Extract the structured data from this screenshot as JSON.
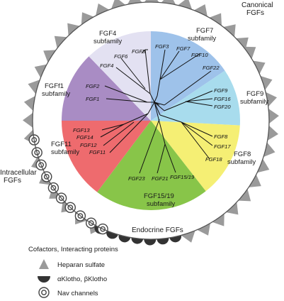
{
  "colors": {
    "fgf1": "#a98cc4",
    "fgf4": "#e3e1f2",
    "fgf7": "#9ec2ea",
    "fgf9": "#a8dced",
    "fgf8": "#f5ef74",
    "fgf15_19": "#88c549",
    "fgf11": "#ee6b6e",
    "triangle": "#9a9a9a",
    "semicircle": "#333333",
    "ring": "#444444"
  },
  "groups": {
    "canonical": "Canonical\nFGFs",
    "intracellular": "Intracellular\nFGFs",
    "endocrine": "Endocrine FGFs"
  },
  "subfamilies": {
    "fgf4": "FGF4\nsubfamily",
    "fgf7": "FGF7\nsubfamily",
    "fgf1": "FGFf1\nsubfamily",
    "fgf9": "FGF9\nsubfamily",
    "fgf8": "FGF8\nsubfamily",
    "fgf11": "FGF11\nsubfamily",
    "fgf15_19": "FGF15/19\nsubfamily"
  },
  "members": {
    "fgf4": [
      "FGF5",
      "FGF6",
      "FGF4"
    ],
    "fgf7": [
      "FGF3",
      "FGF7",
      "FGF10",
      "FGF22"
    ],
    "fgf1": [
      "FGF2",
      "FGF1"
    ],
    "fgf9": [
      "FGF9",
      "FGF16",
      "FGF20"
    ],
    "fgf8": [
      "FGF8",
      "FGF17",
      "FGF18"
    ],
    "fgf11": [
      "FGF13",
      "FGF14",
      "FGF12",
      "FGF11"
    ],
    "fgf15_19": [
      "FGF23",
      "FGF21",
      "FGF15/19"
    ]
  },
  "legend": {
    "title": "Cofactors, Interacting proteins",
    "items": [
      {
        "icon": "triangle-icon",
        "label": "Heparan sulfate"
      },
      {
        "icon": "semicircle-icon",
        "label": "αKlotho, βKlotho"
      },
      {
        "icon": "ring-icon",
        "label": "Nav channels"
      }
    ]
  }
}
